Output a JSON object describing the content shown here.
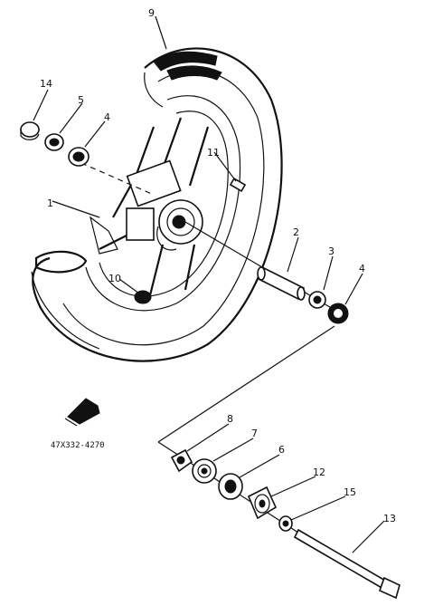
{
  "parts": [
    {
      "id": "part-1",
      "label": "1"
    },
    {
      "id": "part-2",
      "label": "2"
    },
    {
      "id": "part-3",
      "label": "3"
    },
    {
      "id": "part-4-upper",
      "label": "4"
    },
    {
      "id": "part-4-lower",
      "label": "4"
    },
    {
      "id": "part-5",
      "label": "5"
    },
    {
      "id": "part-6",
      "label": "6"
    },
    {
      "id": "part-7",
      "label": "7"
    },
    {
      "id": "part-8",
      "label": "8"
    },
    {
      "id": "part-9",
      "label": "9"
    },
    {
      "id": "part-10",
      "label": "10"
    },
    {
      "id": "part-11",
      "label": "11"
    },
    {
      "id": "part-12",
      "label": "12"
    },
    {
      "id": "part-13",
      "label": "13"
    },
    {
      "id": "part-14",
      "label": "14"
    },
    {
      "id": "part-15",
      "label": "15"
    }
  ],
  "valve_code": "47X332-4270"
}
